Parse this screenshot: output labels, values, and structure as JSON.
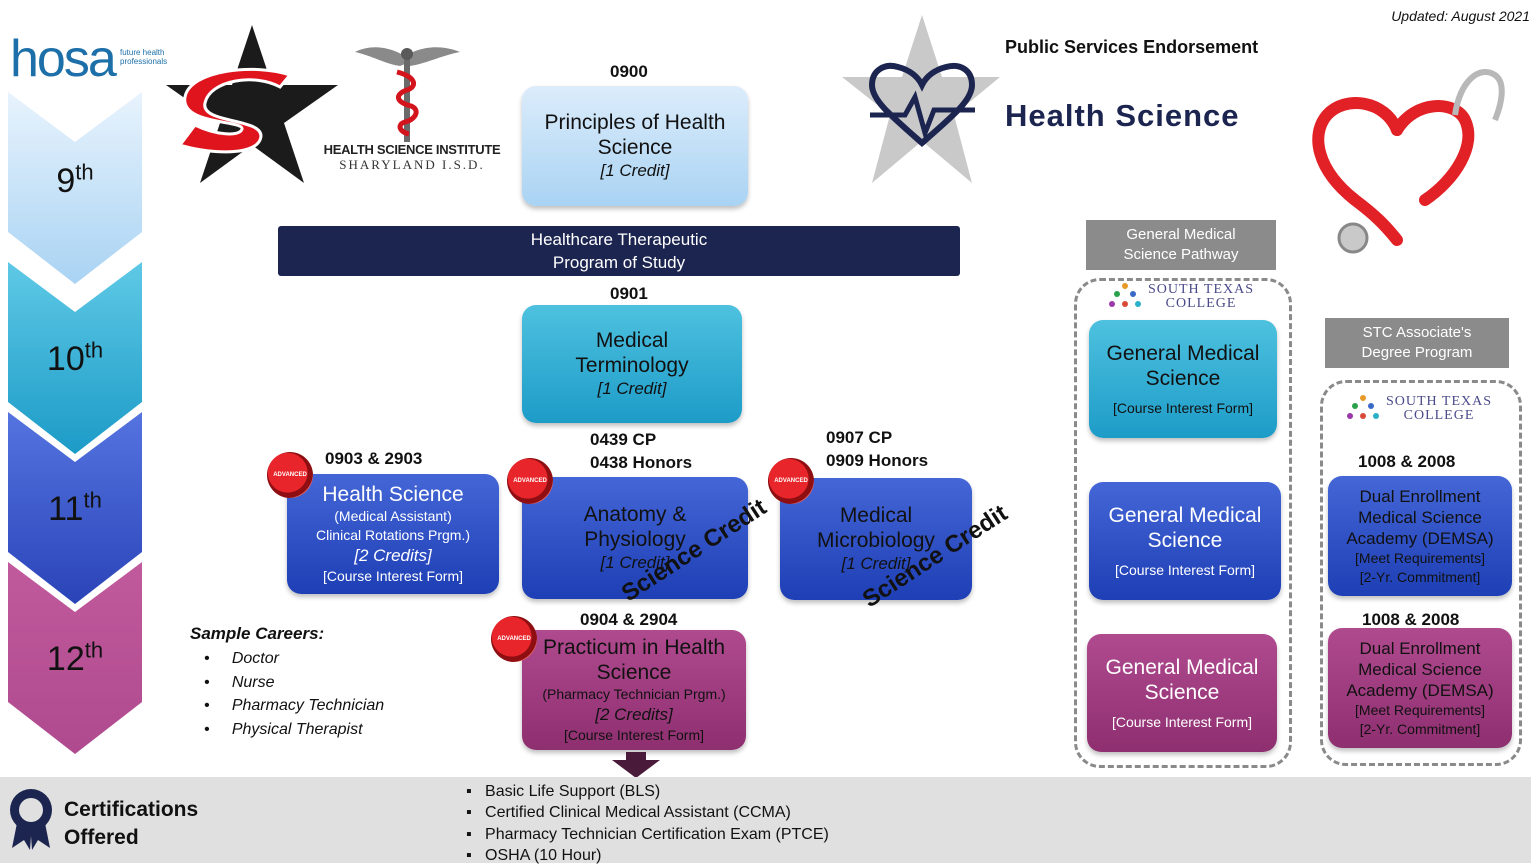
{
  "header": {
    "updated": "Updated: August 2021",
    "endorsement": "Public Services Endorsement",
    "title": "Health Science",
    "hosa_logo": "hosa",
    "hosa_tagline": "future health professionals",
    "institute_line1": "HEALTH SCIENCE INSTITUTE",
    "institute_line2": "SHARYLAND I.S.D."
  },
  "grades": [
    "9",
    "10",
    "11",
    "12"
  ],
  "grade_suffix": "th",
  "program_banner": {
    "line1": "Healthcare Therapeutic",
    "line2": "Program of Study"
  },
  "courses": {
    "principles": {
      "code": "0900",
      "title": "Principles of Health Science",
      "credit": "[1 Credit]"
    },
    "medterm": {
      "code": "0901",
      "title": "Medical Terminology",
      "credit": "[1 Credit]"
    },
    "hs_clinical": {
      "code": "0903 & 2903",
      "title": "Health Science",
      "sub1": "(Medical Assistant)",
      "sub2": "Clinical Rotations Prgm.)",
      "credit": "[2 Credits]",
      "form": "[Course Interest Form]"
    },
    "anatomy": {
      "code1": "0439 CP",
      "code2": "0438 Honors",
      "title": "Anatomy & Physiology",
      "credit": "[1 Credit]",
      "stamp": "Science Credit"
    },
    "micro": {
      "code1": "0907 CP",
      "code2": "0909 Honors",
      "title": "Medical Microbiology",
      "credit": "[1 Credit]",
      "stamp": "Science Credit"
    },
    "practicum": {
      "code": "0904 & 2904",
      "title": "Practicum in Health Science",
      "sub": "(Pharmacy Technician Prgm.)",
      "credit": "[2 Credits]",
      "form": "[Course Interest Form]"
    }
  },
  "advanced_badge": "ADVANCED",
  "careers": {
    "heading": "Sample Careers:",
    "items": [
      "Doctor",
      "Nurse",
      "Pharmacy Technician",
      "Physical Therapist"
    ]
  },
  "gms_pathway": {
    "tab_line1": "General Medical",
    "tab_line2": "Science Pathway",
    "college_line1": "SOUTH TEXAS",
    "college_line2": "COLLEGE",
    "boxes": [
      {
        "title": "General Medical Science",
        "form": "[Course Interest Form]"
      },
      {
        "title": "General Medical Science",
        "form": "[Course Interest Form]"
      },
      {
        "title": "General Medical Science",
        "form": "[Course Interest Form]"
      }
    ]
  },
  "stc_program": {
    "tab_line1": "STC Associate's",
    "tab_line2": "Degree Program",
    "college_line1": "SOUTH TEXAS",
    "college_line2": "COLLEGE",
    "boxes": [
      {
        "code": "1008 & 2008",
        "title": "Dual Enrollment Medical Science Academy (DEMSA)",
        "req": "[Meet Requirements]",
        "commit": "[2-Yr. Commitment]"
      },
      {
        "code": "1008 & 2008",
        "title": "Dual Enrollment Medical Science Academy (DEMSA)",
        "req": "[Meet Requirements]",
        "commit": "[2-Yr. Commitment]"
      }
    ]
  },
  "certifications": {
    "label_line1": "Certifications",
    "label_line2": "Offered",
    "items": [
      "Basic Life Support (BLS)",
      "Certified Clinical Medical Assistant (CCMA)",
      "Pharmacy Technician Certification Exam (PTCE)",
      "OSHA (10 Hour)"
    ]
  },
  "colors": {
    "navy": "#1c2550",
    "light_blue": "#bfe0f8",
    "teal": "#2aa9d3",
    "royal_blue": "#2b4cc4",
    "magenta": "#9c3a7e",
    "gray_tab": "#8b8b8b",
    "footer": "#e0e0e0"
  },
  "icons": [
    "hosa-logo",
    "sharyland-star-logo",
    "caduceus-icon",
    "heartbeat-star-icon",
    "stethoscope-heart-icon",
    "south-texas-college-logo",
    "ribbon-award-icon",
    "advanced-badge-icon",
    "down-arrow-icon"
  ]
}
